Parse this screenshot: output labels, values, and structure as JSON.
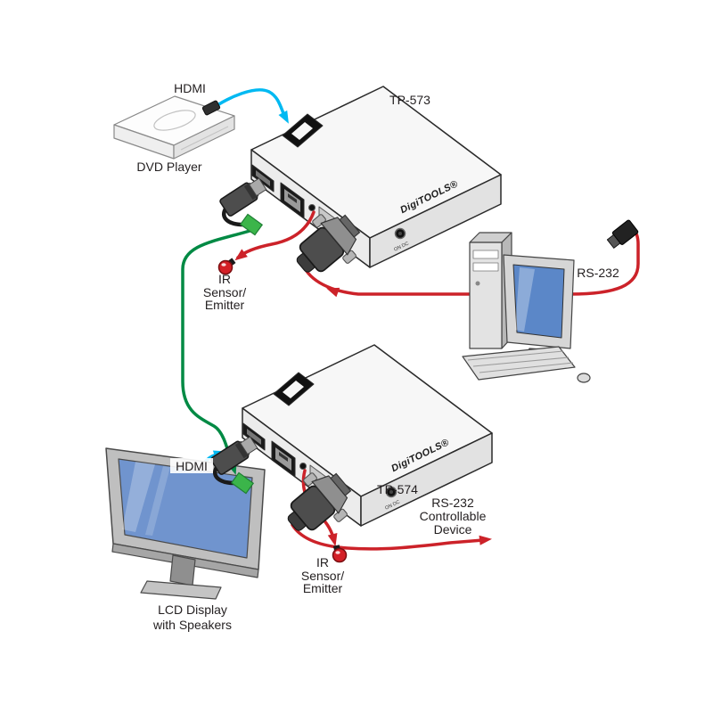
{
  "labels": {
    "hdmi_top": "HDMI",
    "dvd_player": "DVD Player",
    "tp573": "TP-573",
    "ir_top": [
      "IR",
      "Sensor/",
      "Emitter"
    ],
    "rs232_computer": "RS-232",
    "tp574": "TP-574",
    "hdmi_bottom": "HDMI",
    "rs232_device": [
      "RS-232",
      "Controllable",
      "Device"
    ],
    "ir_bottom": [
      "IR",
      "Sensor/",
      "Emitter"
    ],
    "lcd_display": [
      "LCD Display",
      "with Speakers"
    ]
  },
  "devices": {
    "logo": "DigiTOOLS®",
    "port_rs232": "RS-232",
    "port_power": "ON DC"
  },
  "colors": {
    "hdmi_cable": "#00b9f2",
    "twisted_pair_cable": "#008a44",
    "rs232_ir_cable": "#cc2229"
  }
}
